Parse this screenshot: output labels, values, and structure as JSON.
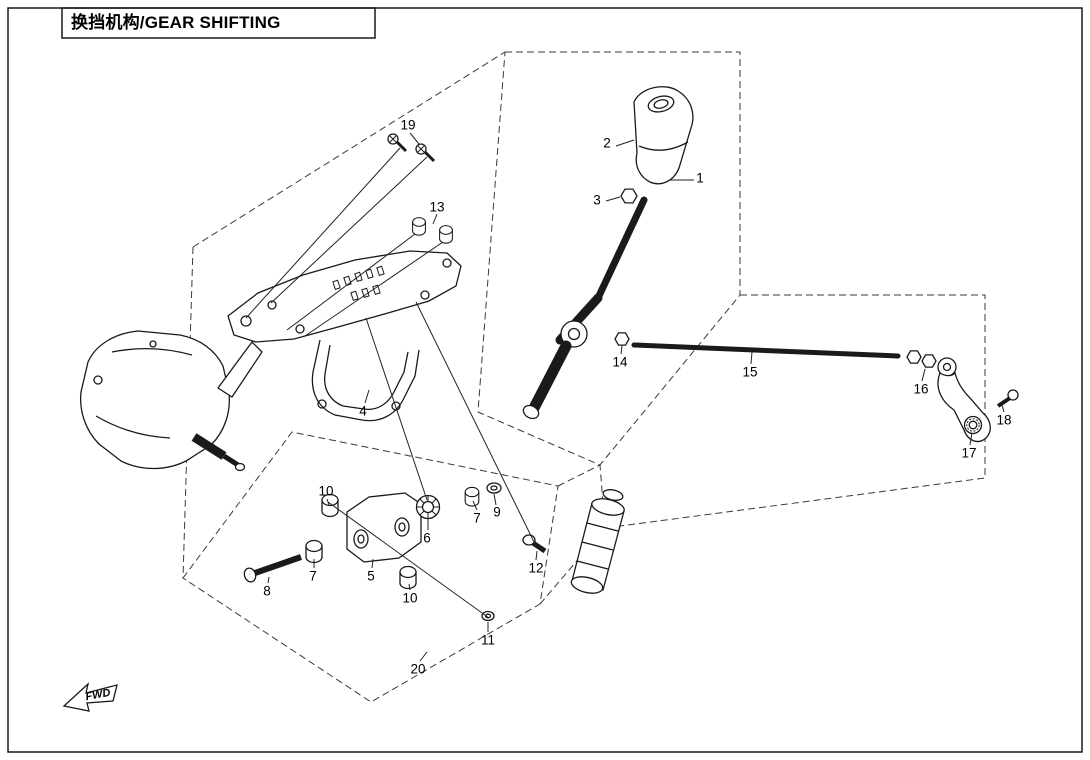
{
  "title": "换挡机构/GEAR SHIFTING",
  "fwd_label": "FWD",
  "callouts": [
    {
      "num": "19"
    },
    {
      "num": "13"
    },
    {
      "num": "2"
    },
    {
      "num": "3"
    },
    {
      "num": "1"
    },
    {
      "num": "14"
    },
    {
      "num": "15"
    },
    {
      "num": "16"
    },
    {
      "num": "17"
    },
    {
      "num": "18"
    },
    {
      "num": "4"
    },
    {
      "num": "10"
    },
    {
      "num": "7"
    },
    {
      "num": "9"
    },
    {
      "num": "6"
    },
    {
      "num": "12"
    },
    {
      "num": "7"
    },
    {
      "num": "5"
    },
    {
      "num": "8"
    },
    {
      "num": "10"
    },
    {
      "num": "11"
    },
    {
      "num": "20"
    }
  ]
}
